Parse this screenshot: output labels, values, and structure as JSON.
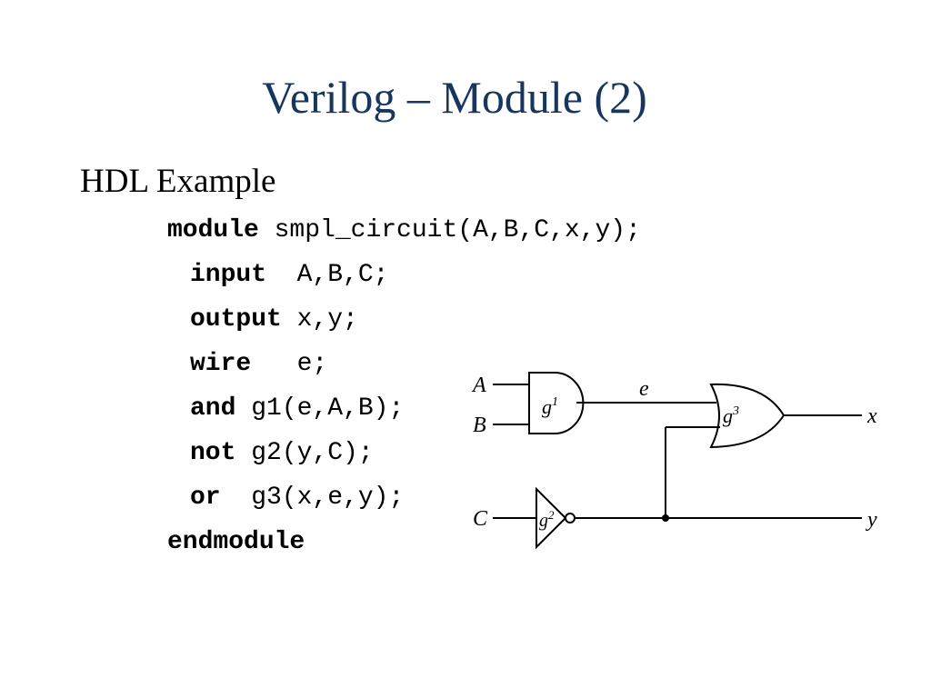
{
  "title": "Verilog – Module (2)",
  "subtitle": "HDL Example",
  "code": {
    "line1": {
      "kw": "module",
      "rest": " smpl_circuit(A,B,C,x,y);"
    },
    "line2": {
      "kw": "input",
      "rest": "  A,B,C;"
    },
    "line3": {
      "kw": "output",
      "rest": " x,y;"
    },
    "line4": {
      "kw": "wire",
      "rest": "   e;"
    },
    "line5": {
      "kw": "and",
      "rest": " g1(e,A,B);"
    },
    "line6": {
      "kw": "not",
      "rest": " g2(y,C);"
    },
    "line7": {
      "kw": "or",
      "rest": "  g3(x,e,y);"
    },
    "line8": {
      "kw": "endmodule",
      "rest": ""
    }
  },
  "circuit": {
    "inputs": {
      "a": "A",
      "b": "B",
      "c": "C"
    },
    "wire_label": "e",
    "outputs": {
      "x": "x",
      "y": "y"
    },
    "gates": {
      "g1": {
        "base": "g",
        "sup": "1"
      },
      "g2": {
        "base": "g",
        "sup": "2"
      },
      "g3": {
        "base": "g",
        "sup": "3"
      }
    }
  }
}
